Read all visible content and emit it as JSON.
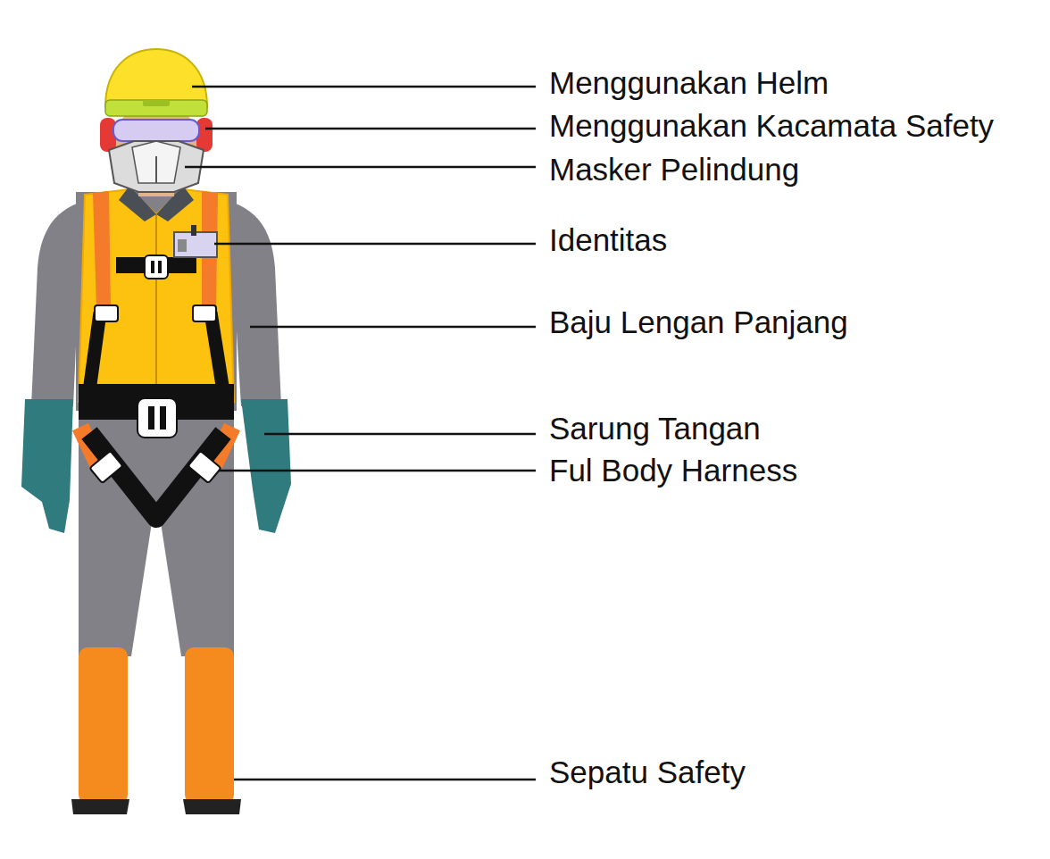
{
  "diagram": {
    "labels": [
      "Menggunakan Helm",
      "Menggunakan Kacamata Safety",
      "Masker Pelindung",
      "Identitas",
      "Baju Lengan Panjang",
      "Sarung Tangan",
      "Ful Body Harness",
      "Sepatu Safety"
    ]
  }
}
